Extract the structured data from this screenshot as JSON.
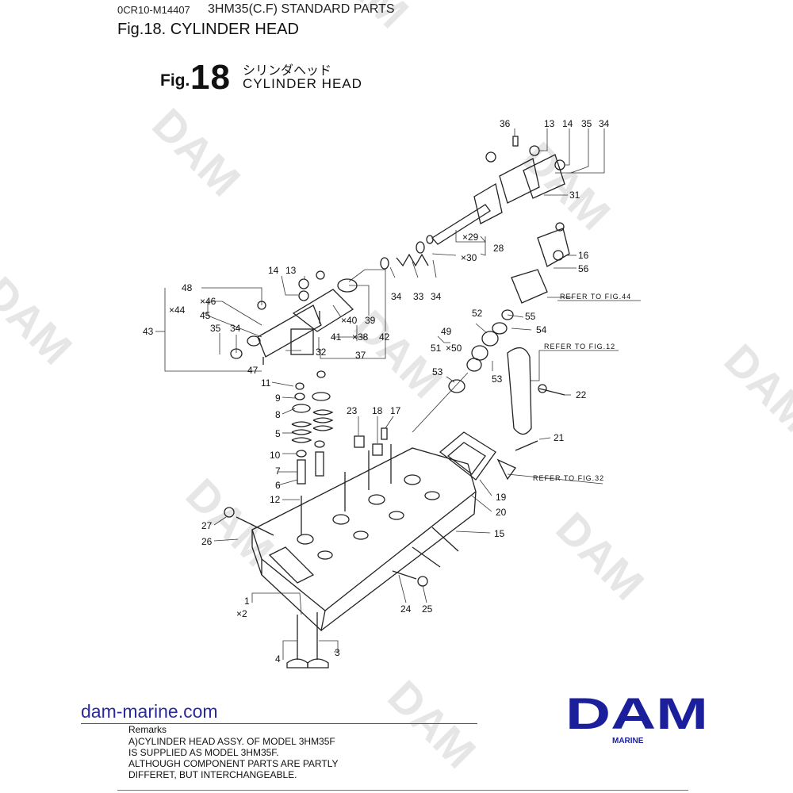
{
  "header": {
    "code": "0CR10-M14407",
    "model": "3HM35(C.F) STANDARD PARTS",
    "title": "Fig.18.  CYLINDER HEAD"
  },
  "figure": {
    "prefix": "Fig.",
    "number": "18",
    "title_jp": "シリンダヘッド",
    "title_en": "CYLINDER HEAD"
  },
  "callouts": {
    "c36": "36",
    "c13a": "13",
    "c14a": "14",
    "c35a": "35",
    "c34a": "34",
    "c31": "31",
    "c29": "×29",
    "c28": "28",
    "c30": "×30",
    "c16": "16",
    "c56": "56",
    "c14b": "14",
    "c13b": "13",
    "c48": "48",
    "c46": "×46",
    "c44": "×44",
    "c45": "45",
    "c43": "43",
    "c35b": "35",
    "c34b": "34",
    "c40": "×40",
    "c39": "39",
    "c34c": "34",
    "c33": "33",
    "c34d": "34",
    "c41": "41",
    "c38": "×38",
    "c42": "42",
    "c32": "32",
    "c37": "37",
    "c47": "47",
    "c52": "52",
    "c55": "55",
    "c54": "54",
    "c49": "49",
    "c51": "51",
    "c50": "×50",
    "c53a": "53",
    "c53b": "53",
    "c11": "11",
    "c9": "9",
    "c8": "8",
    "c5": "5",
    "c10": "10",
    "c7": "7",
    "c6": "6",
    "c12": "12",
    "c23": "23",
    "c18": "18",
    "c17": "17",
    "c22": "22",
    "c21": "21",
    "c19": "19",
    "c20": "20",
    "c15": "15",
    "c27": "27",
    "c26": "26",
    "c1": "1",
    "c2": "×2",
    "c24": "24",
    "c25": "25",
    "c4": "4",
    "c3": "3"
  },
  "references": {
    "fig44": "REFER TO FIG.44",
    "fig12": "REFER TO FIG.12",
    "fig32": "REFER TO FIG.32"
  },
  "footer": {
    "site": "dam-marine.com",
    "remarks_title": "Remarks",
    "remarks": [
      "A)CYLINDER HEAD ASSY. OF MODEL 3HM35F",
      "IS SUPPLIED AS MODEL 3HM35F.",
      "ALTHOUGH COMPONENT PARTS ARE PARTLY",
      "DIFFERET, BUT INTERCHANGEABLE."
    ],
    "logo_text": "DAM",
    "logo_sub": "MARINE"
  },
  "colors": {
    "brand_blue": "#1b1f9c",
    "link_blue": "#2a2a9e",
    "watermark": "#e6e6e6"
  }
}
